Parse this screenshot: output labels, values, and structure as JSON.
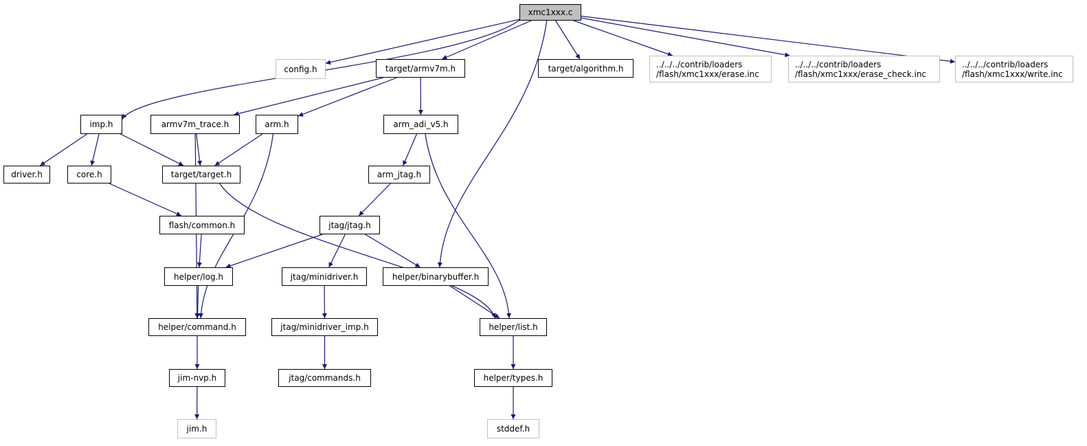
{
  "diagram": {
    "edge_color": "#191970",
    "nodes": [
      {
        "id": "xmc1xxx",
        "label": "xmc1xxx.c",
        "kind": "root"
      },
      {
        "id": "config",
        "label": "config.h",
        "kind": "external"
      },
      {
        "id": "armv7m",
        "label": "target/armv7m.h",
        "kind": "documented"
      },
      {
        "id": "algorithm",
        "label": "target/algorithm.h",
        "kind": "documented"
      },
      {
        "id": "erase",
        "label": "../../../contrib/loaders\n/flash/xmc1xxx/erase.inc",
        "kind": "external"
      },
      {
        "id": "erasecheck",
        "label": "../../../contrib/loaders\n/flash/xmc1xxx/erase_check.inc",
        "kind": "external"
      },
      {
        "id": "write",
        "label": "../../../contrib/loaders\n/flash/xmc1xxx/write.inc",
        "kind": "external"
      },
      {
        "id": "imp",
        "label": "imp.h",
        "kind": "documented"
      },
      {
        "id": "armv7mtrace",
        "label": "armv7m_trace.h",
        "kind": "documented"
      },
      {
        "id": "arm",
        "label": "arm.h",
        "kind": "documented"
      },
      {
        "id": "armadiv5",
        "label": "arm_adi_v5.h",
        "kind": "documented"
      },
      {
        "id": "driver",
        "label": "driver.h",
        "kind": "documented"
      },
      {
        "id": "core",
        "label": "core.h",
        "kind": "documented"
      },
      {
        "id": "target",
        "label": "target/target.h",
        "kind": "documented"
      },
      {
        "id": "armjtag",
        "label": "arm_jtag.h",
        "kind": "documented"
      },
      {
        "id": "flashcommon",
        "label": "flash/common.h",
        "kind": "documented"
      },
      {
        "id": "jtag",
        "label": "jtag/jtag.h",
        "kind": "documented"
      },
      {
        "id": "log",
        "label": "helper/log.h",
        "kind": "documented"
      },
      {
        "id": "minidriver",
        "label": "jtag/minidriver.h",
        "kind": "documented"
      },
      {
        "id": "binarybuffer",
        "label": "helper/binarybuffer.h",
        "kind": "documented"
      },
      {
        "id": "command",
        "label": "helper/command.h",
        "kind": "documented"
      },
      {
        "id": "minidriverimp",
        "label": "jtag/minidriver_imp.h",
        "kind": "documented"
      },
      {
        "id": "list",
        "label": "helper/list.h",
        "kind": "documented"
      },
      {
        "id": "jimnvp",
        "label": "jim-nvp.h",
        "kind": "documented"
      },
      {
        "id": "commands",
        "label": "jtag/commands.h",
        "kind": "documented"
      },
      {
        "id": "types",
        "label": "helper/types.h",
        "kind": "documented"
      },
      {
        "id": "jim",
        "label": "jim.h",
        "kind": "external"
      },
      {
        "id": "stddef",
        "label": "stddef.h",
        "kind": "external"
      }
    ],
    "edges": [
      [
        "xmc1xxx",
        "config"
      ],
      [
        "xmc1xxx",
        "imp"
      ],
      [
        "xmc1xxx",
        "armv7m"
      ],
      [
        "xmc1xxx",
        "algorithm"
      ],
      [
        "xmc1xxx",
        "binarybuffer"
      ],
      [
        "xmc1xxx",
        "erase"
      ],
      [
        "xmc1xxx",
        "erasecheck"
      ],
      [
        "xmc1xxx",
        "write"
      ],
      [
        "armv7m",
        "armv7mtrace"
      ],
      [
        "armv7m",
        "arm"
      ],
      [
        "armv7m",
        "armadiv5"
      ],
      [
        "imp",
        "driver"
      ],
      [
        "imp",
        "core"
      ],
      [
        "imp",
        "target"
      ],
      [
        "armv7mtrace",
        "target"
      ],
      [
        "armv7mtrace",
        "command"
      ],
      [
        "arm",
        "target"
      ],
      [
        "arm",
        "command"
      ],
      [
        "armadiv5",
        "armjtag"
      ],
      [
        "armadiv5",
        "list"
      ],
      [
        "core",
        "flashcommon"
      ],
      [
        "target",
        "list"
      ],
      [
        "armjtag",
        "jtag"
      ],
      [
        "flashcommon",
        "log"
      ],
      [
        "jtag",
        "log"
      ],
      [
        "jtag",
        "minidriver"
      ],
      [
        "jtag",
        "binarybuffer"
      ],
      [
        "log",
        "command"
      ],
      [
        "minidriver",
        "minidriverimp"
      ],
      [
        "binarybuffer",
        "list"
      ],
      [
        "command",
        "jimnvp"
      ],
      [
        "minidriverimp",
        "commands"
      ],
      [
        "list",
        "types"
      ],
      [
        "jimnvp",
        "jim"
      ],
      [
        "types",
        "stddef"
      ]
    ]
  }
}
